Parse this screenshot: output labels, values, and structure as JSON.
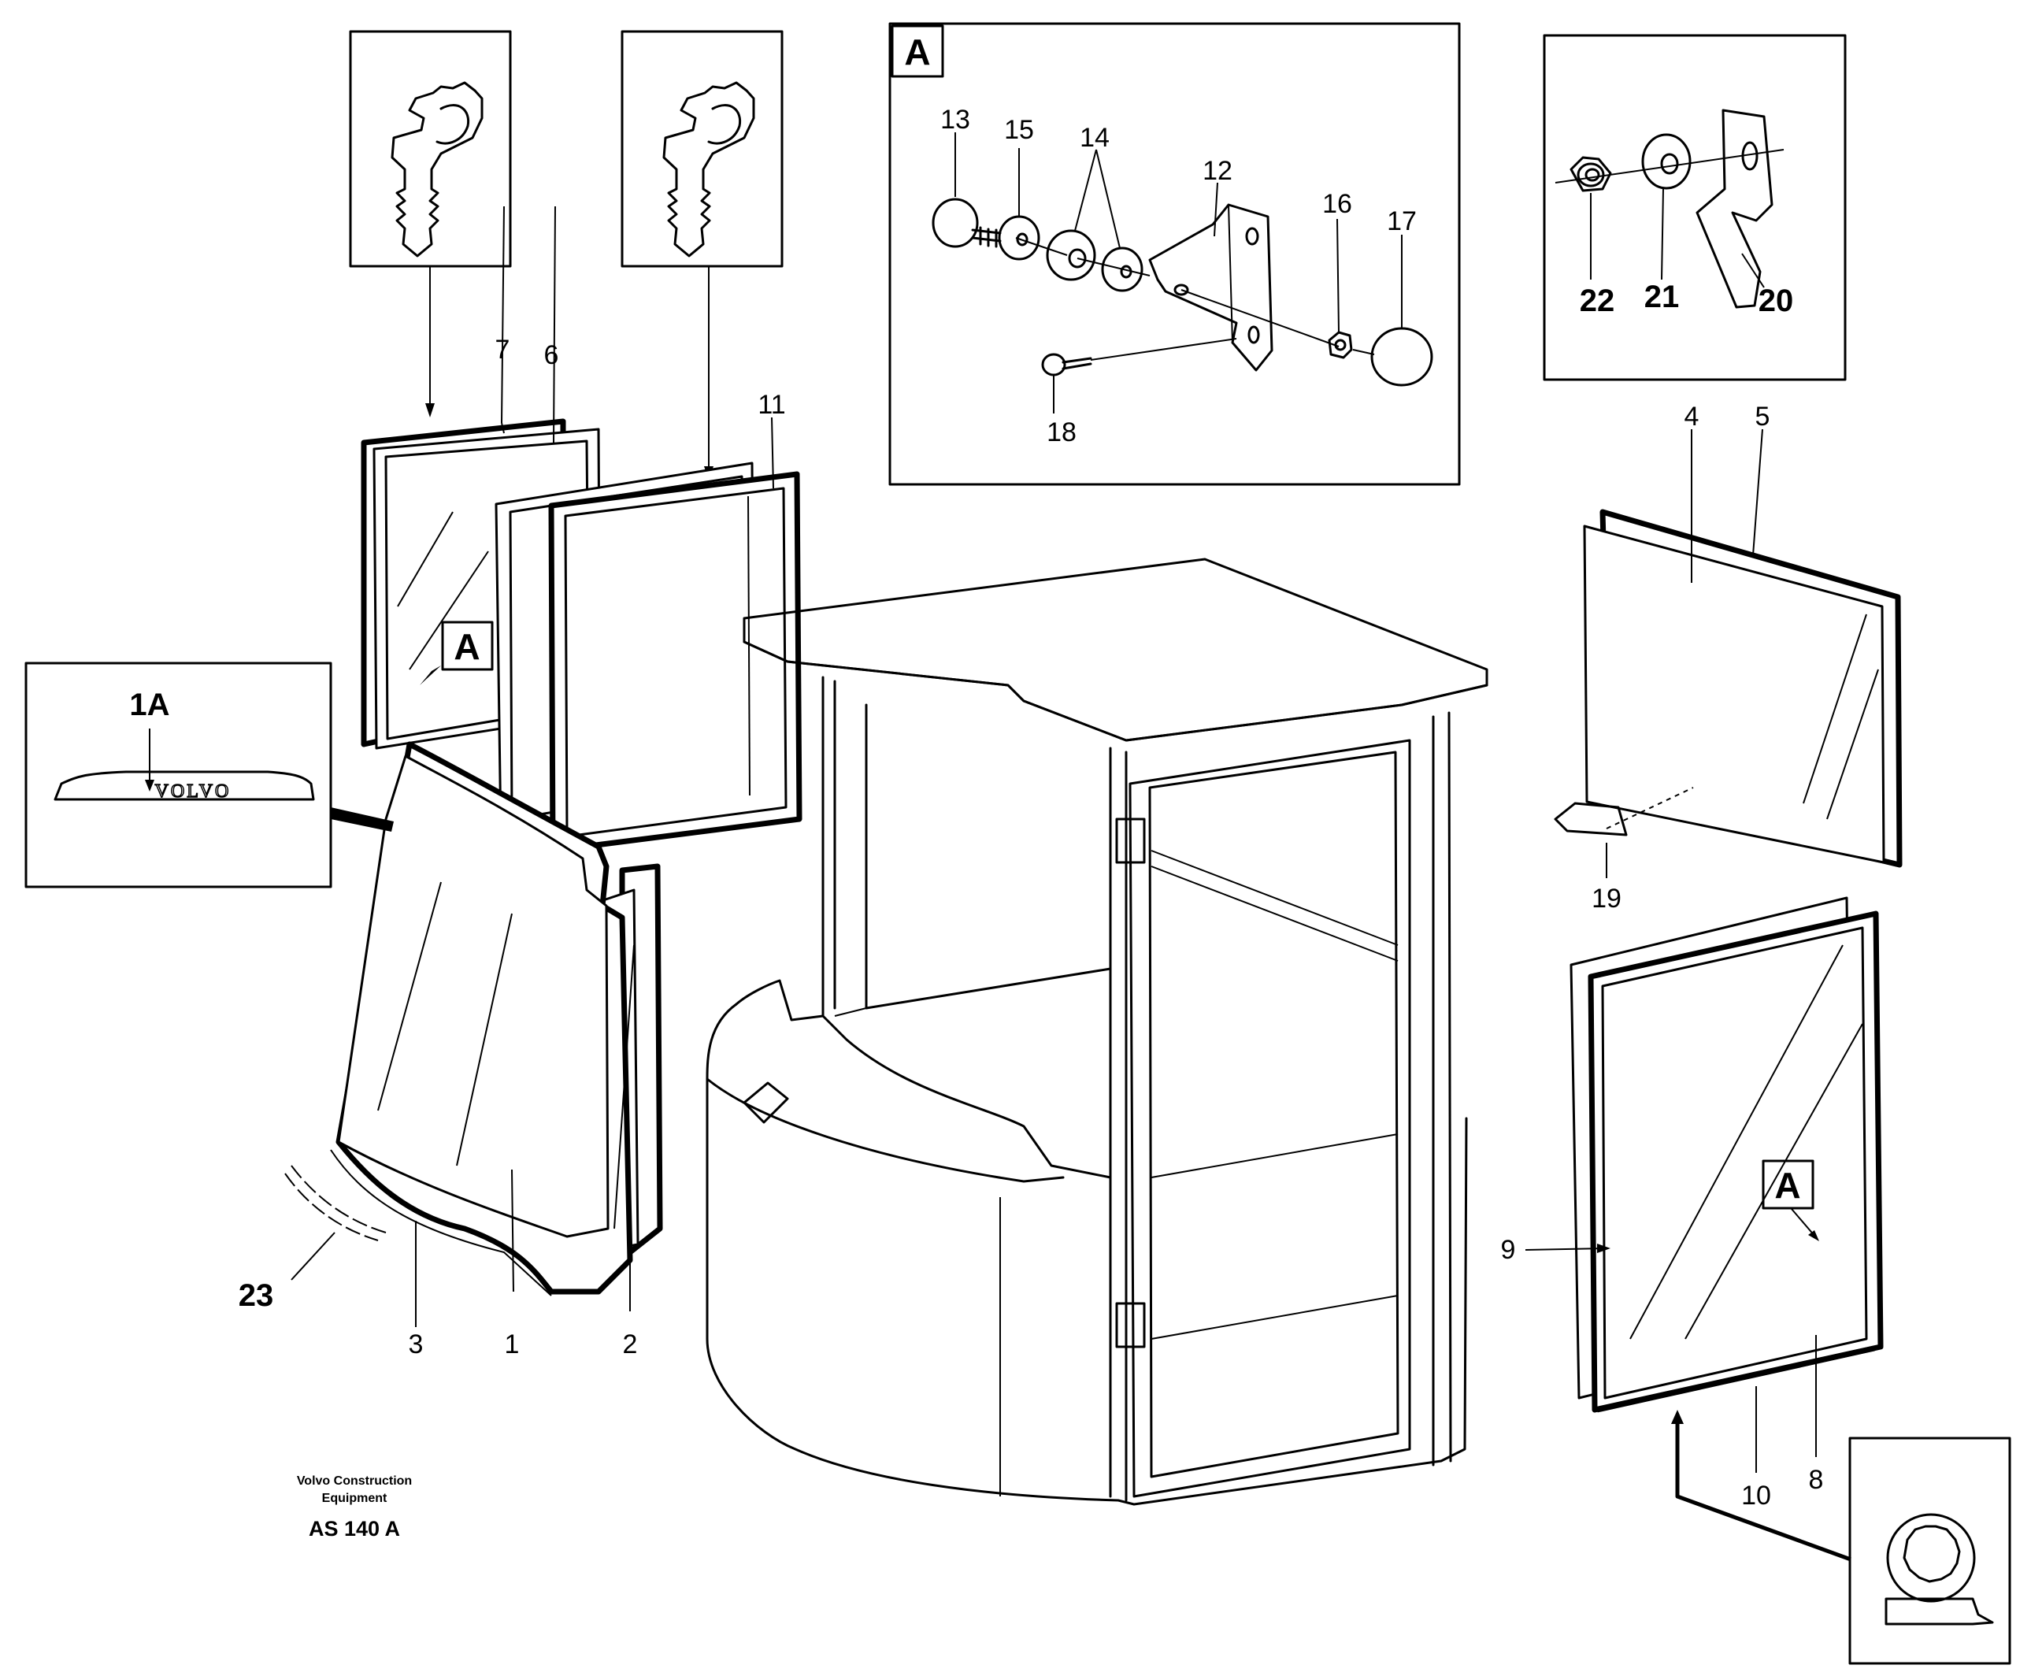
{
  "callouts": {
    "c1": "1",
    "c1A": "1A",
    "c2": "2",
    "c3": "3",
    "c4": "4",
    "c5": "5",
    "c6": "6",
    "c7": "7",
    "c8": "8",
    "c9": "9",
    "c10": "10",
    "c11": "11",
    "c12": "12",
    "c13": "13",
    "c14": "14",
    "c15": "15",
    "c16": "16",
    "c17": "17",
    "c18": "18",
    "c19": "19",
    "c20": "20",
    "c21": "21",
    "c22": "22",
    "c23": "23"
  },
  "detail_marker": "A",
  "logo_text": "VOLVO",
  "caption": {
    "line1": "Volvo Construction",
    "line2": "Equipment",
    "code": "AS 140 A"
  }
}
